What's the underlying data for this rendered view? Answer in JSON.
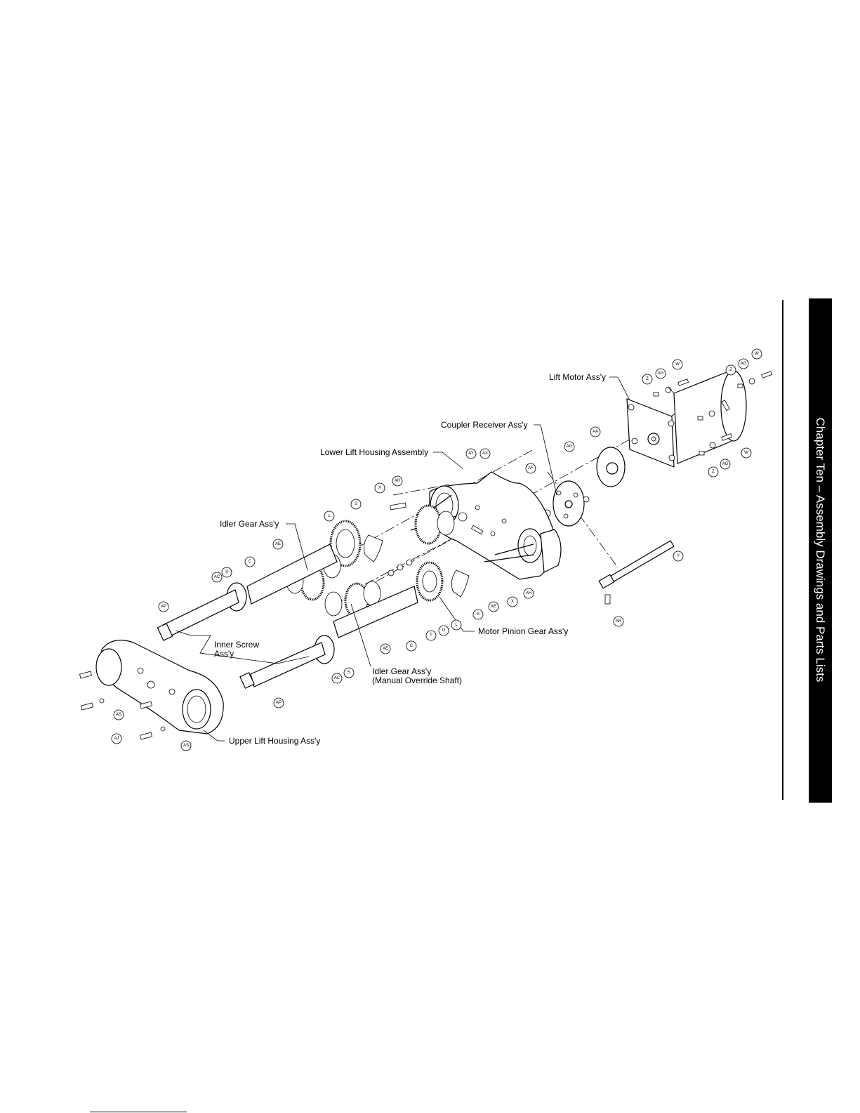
{
  "sidebar": {
    "chapter_tab": "Chapter Ten – Assembly Drawings and Parts Lists"
  },
  "labels": {
    "lift_motor": "Lift Motor Ass'y",
    "coupler_receiver": "Coupler Receiver Ass'y",
    "lower_lift_housing": "Lower Lift Housing Assembly",
    "idler_gear_upper": "Idler Gear Ass'y",
    "inner_screw_line1": "Inner Screw",
    "inner_screw_line2": "Ass'y",
    "motor_pinion": "Motor Pinion Gear Ass'y",
    "idler_gear_lower_line1": "Idler Gear Ass'y",
    "idler_gear_lower_line2": "(Manual Override Shaft)",
    "upper_lift_housing": "Upper Lift Housing Ass'y"
  },
  "callouts": {
    "z1": "Z",
    "ag1": "AG",
    "w1": "W",
    "z2": "Z",
    "ag2": "AG",
    "w2": "W",
    "ag3": "AG",
    "aa": "AA",
    "af": "AF",
    "ay": "AY",
    "ax": "AX",
    "x1": "X",
    "ah1": "AH",
    "s1": "S",
    "l1": "L",
    "ae1": "AE",
    "c1": "C",
    "s2": "S",
    "ac1": "AC",
    "ap1": "AP",
    "z3": "Z",
    "ag4": "AG",
    "w3": "W",
    "y": "Y",
    "ar": "AR",
    "ah2": "AH",
    "x2": "X",
    "ae2": "AE",
    "s3": "S",
    "l2": "L",
    "u": "U",
    "t": "T",
    "c2": "C",
    "ae3": "AE",
    "s4": "S",
    "ac2": "AC",
    "ap2": "AP",
    "as1": "AS",
    "aj": "AJ",
    "as2": "AS"
  }
}
